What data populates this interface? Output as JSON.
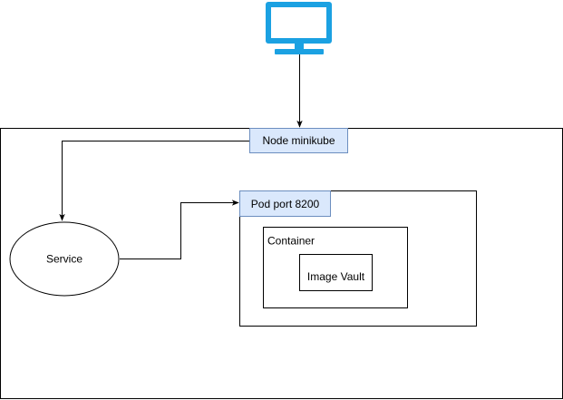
{
  "diagram": {
    "node_label": "Node minikube",
    "pod_label": "Pod port 8200",
    "container_label": "Container",
    "image_label": "Image Vault",
    "service_label": "Service",
    "monitor_icon": "monitor-icon"
  },
  "colors": {
    "stroke": "#000000",
    "label_fill": "#dae8fc",
    "label_stroke": "#6c8ebf",
    "icon": "#1ba1e2"
  }
}
